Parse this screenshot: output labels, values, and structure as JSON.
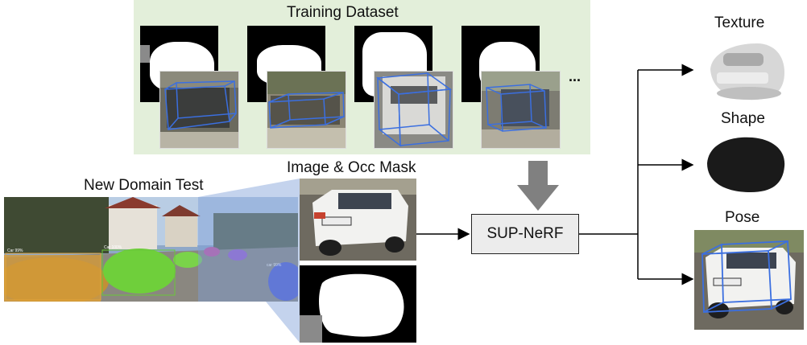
{
  "training": {
    "title": "Training Dataset",
    "more": "..."
  },
  "test": {
    "title": "New Domain Test",
    "crop_title": "Image & Occ Mask",
    "detections": [
      "Car 99%",
      "Car 100%",
      "car 99%"
    ]
  },
  "model": {
    "name": "SUP-NeRF"
  },
  "outputs": {
    "texture": "Texture",
    "shape": "Shape",
    "pose": "Pose"
  },
  "colors": {
    "training_bg": "#e3efda",
    "bbox_3d": "#3b6fe0",
    "arrow_grey": "#808080",
    "model_box": "#ececec"
  }
}
